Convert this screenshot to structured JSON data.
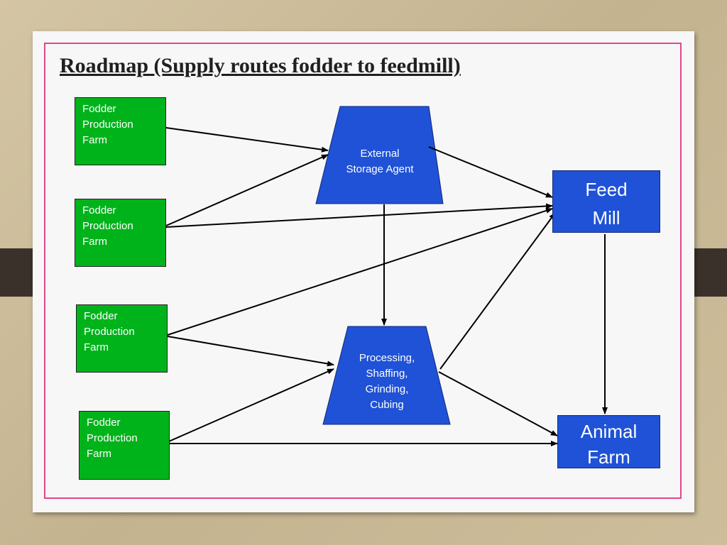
{
  "slide": {
    "title": "Roadmap (Supply routes fodder to feedmill)"
  },
  "farms": [
    {
      "line1": "Fodder",
      "line2": "Production",
      "line3": "Farm"
    },
    {
      "line1": "Fodder",
      "line2": "Production",
      "line3": "Farm"
    },
    {
      "line1": "Fodder",
      "line2": "Production",
      "line3": "Farm"
    },
    {
      "line1": "Fodder",
      "line2": "Production",
      "line3": "Farm"
    }
  ],
  "storage": {
    "line1": "External",
    "line2": "Storage Agent"
  },
  "processing": {
    "line1": "Processing,",
    "line2": "Shaffing,",
    "line3": "Grinding,",
    "line4": "Cubing"
  },
  "feed_mill": {
    "line1": "Feed",
    "line2": "Mill"
  },
  "animal_farm": {
    "line1": "Animal",
    "line2": "Farm"
  },
  "colors": {
    "farm_fill": "#00b31a",
    "node_fill": "#1f52d6",
    "frame_border": "#e0478e"
  }
}
